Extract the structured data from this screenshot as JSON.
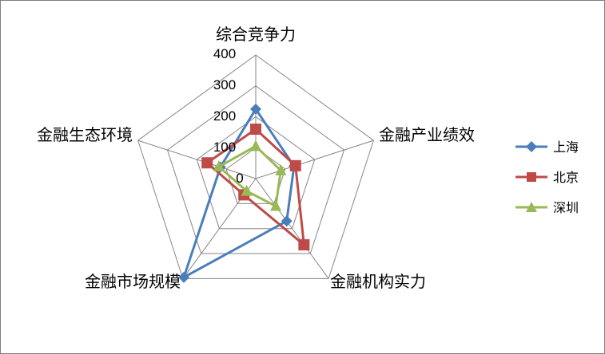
{
  "chart_data": {
    "type": "radar",
    "categories": [
      "综合竞争力",
      "金融产业绩效",
      "金融机构实力",
      "金融市场规模",
      "金融生态环境"
    ],
    "rlim": [
      0,
      400
    ],
    "ticks": [
      0,
      100,
      200,
      300,
      400
    ],
    "tick_labels": [
      "0",
      "100",
      "200",
      "300",
      "400"
    ],
    "grid": true,
    "legend_position": "right",
    "series": [
      {
        "name": "上海",
        "color": "#4a7ebb",
        "marker": "diamond",
        "values": [
          225,
          130,
          170,
          395,
          120
        ]
      },
      {
        "name": "北京",
        "color": "#be4b48",
        "marker": "square",
        "values": [
          160,
          135,
          265,
          65,
          165
        ]
      },
      {
        "name": "深圳",
        "color": "#98b954",
        "marker": "triangle",
        "values": [
          105,
          85,
          110,
          50,
          125
        ]
      }
    ]
  }
}
